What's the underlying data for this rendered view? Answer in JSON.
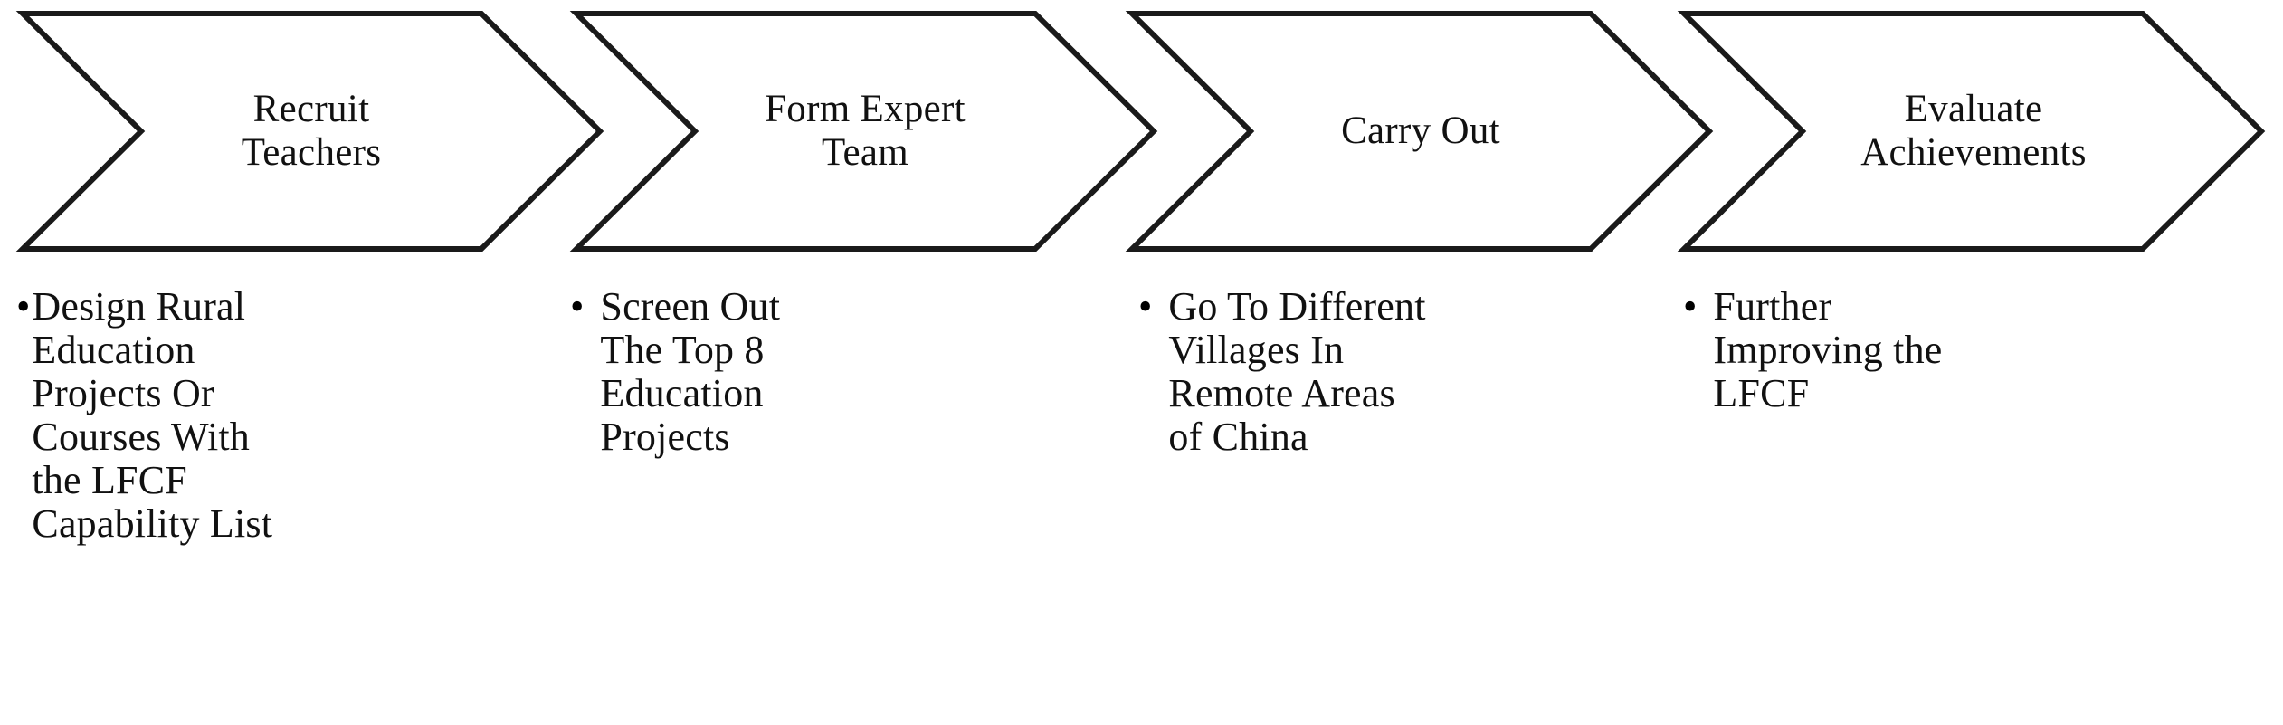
{
  "diagram": {
    "type": "process-chevron-flow",
    "background_color": "#ffffff",
    "stroke_color": "#1a1a1a",
    "text_color": "#111111",
    "steps": [
      {
        "index": 1,
        "header": "Recruit\nTeachers",
        "bullet_glyph": "•",
        "bullet_text": "Design Rural Education Projects Or Courses With the LFCF Capability List"
      },
      {
        "index": 2,
        "header": "Form Expert\nTeam",
        "bullet_glyph": "•",
        "bullet_text": "Screen Out The Top 8 Education Projects"
      },
      {
        "index": 3,
        "header": "Carry Out",
        "bullet_glyph": "•",
        "bullet_text": "Go To Different Villages In Remote Areas of China"
      },
      {
        "index": 4,
        "header": "Evaluate\nAchievements",
        "bullet_glyph": "•",
        "bullet_text": "Further Improving the LFCF"
      }
    ]
  }
}
